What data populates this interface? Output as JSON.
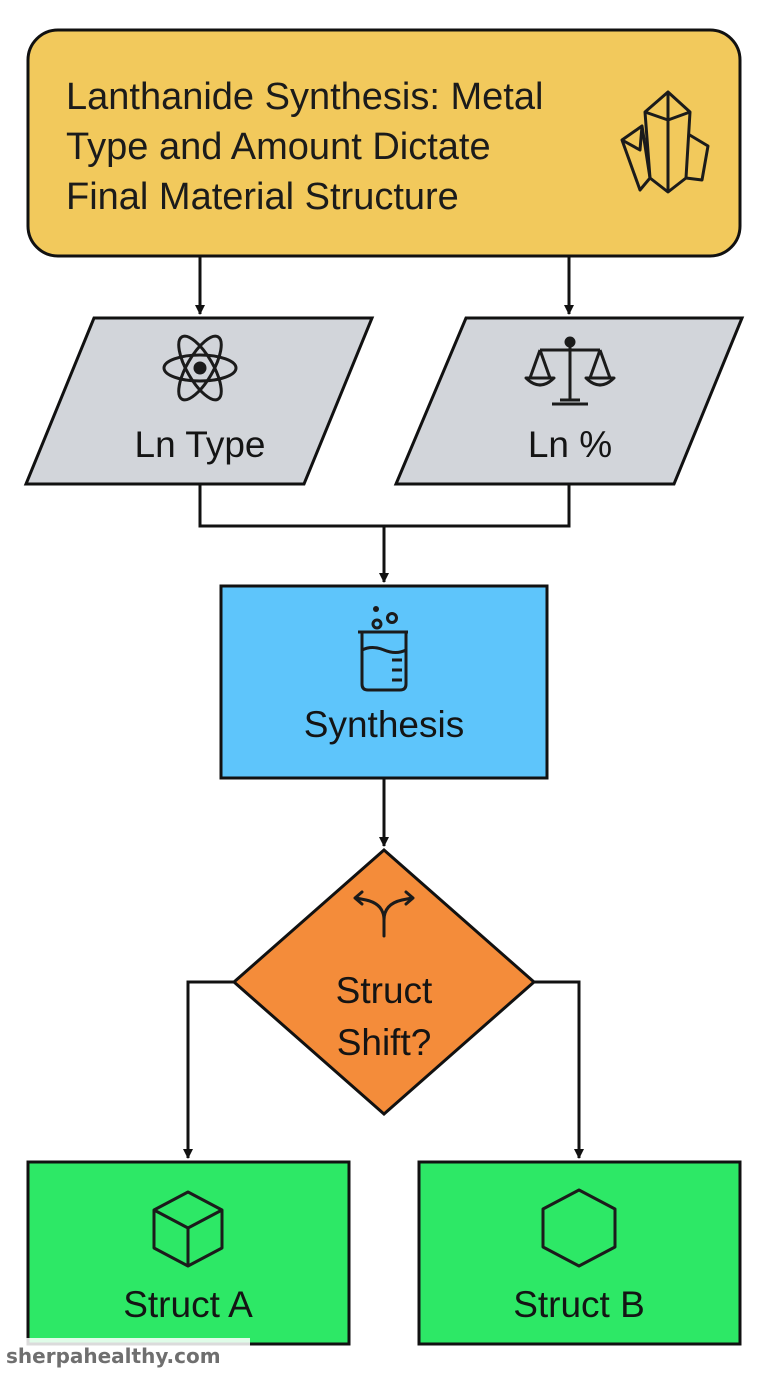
{
  "title": {
    "lines": [
      "Lanthanide Synthesis: Metal",
      "Type and Amount Dictate",
      "Final Material Structure"
    ],
    "icon": "crystal-icon"
  },
  "nodes": {
    "ln_type": {
      "label": "Ln Type",
      "icon": "atom-icon"
    },
    "ln_percent": {
      "label": "Ln %",
      "icon": "balance-scale-icon"
    },
    "synthesis": {
      "label": "Synthesis",
      "icon": "beaker-icon"
    },
    "decision": {
      "lines": [
        "Struct",
        "Shift?"
      ],
      "icon": "split-arrow-icon"
    },
    "struct_a": {
      "label": "Struct A",
      "icon": "cube-icon"
    },
    "struct_b": {
      "label": "Struct B",
      "icon": "hexagon-icon"
    }
  },
  "watermark": "sherpahealthy.com",
  "colors": {
    "title_fill": "#f2c95c",
    "input_fill": "#d2d5da",
    "process_fill": "#5ec5fb",
    "decision_fill": "#f48c3a",
    "output_fill": "#2de866",
    "stroke": "#111111"
  }
}
